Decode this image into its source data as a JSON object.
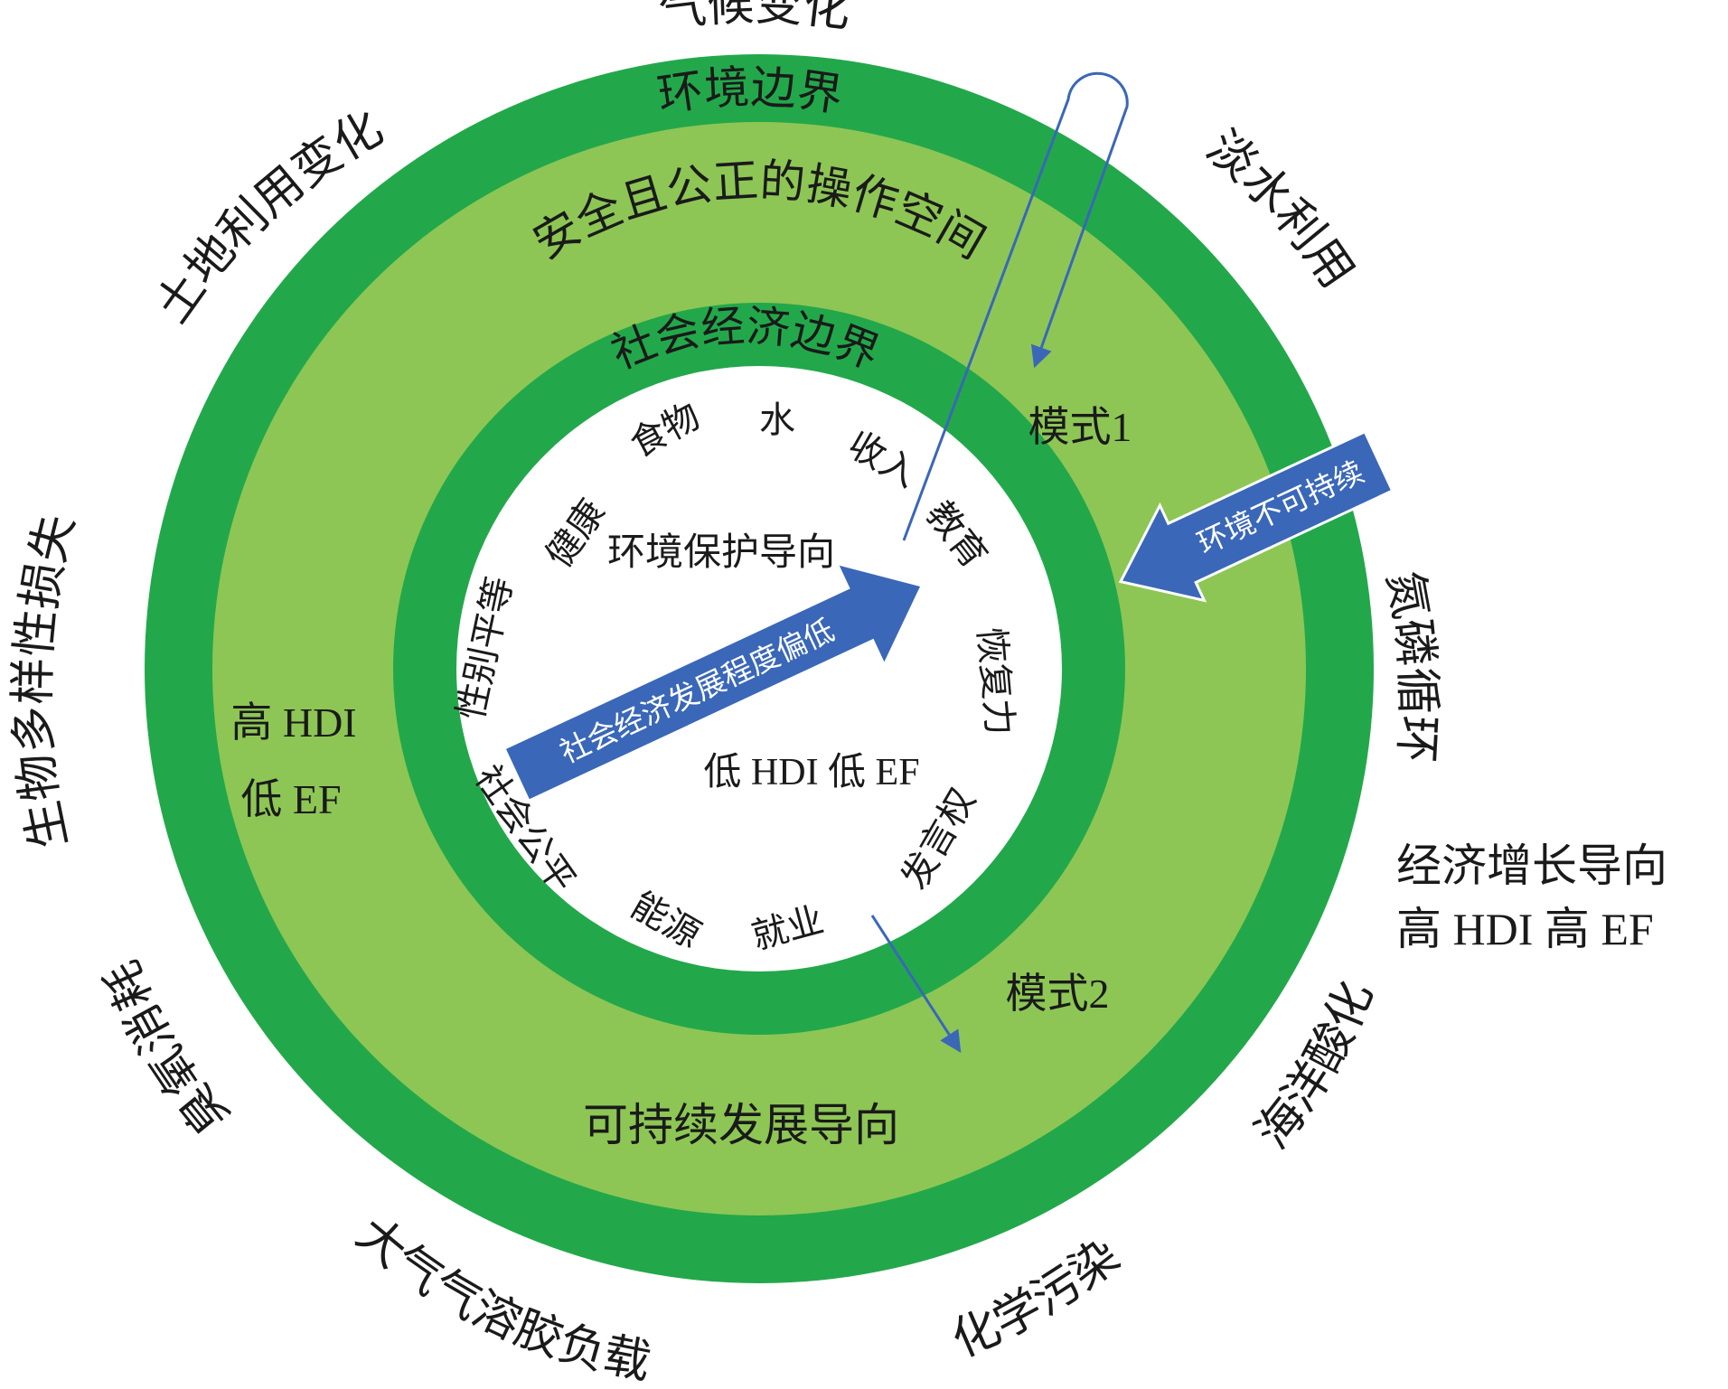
{
  "colors": {
    "outer_ring": "#22a84a",
    "middle_ring": "#8dc655",
    "inner_ring": "#22a84a",
    "core": "#ffffff",
    "arrow_fill": "#3a67b8",
    "arrow_stroke": "#ffffff",
    "thin_arrow": "#3a67b8",
    "text": "#1a1a1a"
  },
  "outer_labels": {
    "climate_change": "气候变化",
    "land_use_change": "土地利用变化",
    "freshwater_use": "淡水利用",
    "biodiversity_loss": "生物多样性损失",
    "nitrogen_phosphorus_cycle": "氮磷循环",
    "ozone_depletion": "臭氧消耗",
    "ocean_acidification": "海洋酸化",
    "aerosol_loading": "大气气溶胶负载",
    "chemical_pollution": "化学污染"
  },
  "ring_labels": {
    "environmental_boundary": "环境边界",
    "safe_just_space": "安全且公正的操作空间",
    "socioeconomic_boundary": "社会经济边界",
    "sustainable_orientation": "可持续发展导向"
  },
  "social_foundation": {
    "food": "食物",
    "water": "水",
    "income": "收入",
    "education": "教育",
    "resilience": "恢复力",
    "voice": "发言权",
    "jobs": "就业",
    "energy": "能源",
    "social_equity": "社会公平",
    "gender_equality": "性别平等",
    "health": "健康"
  },
  "inner_labels": {
    "env_protection_orientation": "环境保护导向",
    "low_hdi_low_ef": "低 HDI 低 EF"
  },
  "middle_labels": {
    "mode1": "模式1",
    "mode2": "模式2",
    "high_hdi": "高 HDI",
    "low_ef": "低 EF"
  },
  "outside_labels": {
    "economic_growth_line1": "经济增长导向",
    "economic_growth_line2": "高 HDI 高 EF"
  },
  "arrows": {
    "env_unsustainable": "环境不可持续",
    "low_socioeconomic_dev": "社会经济发展程度偏低"
  }
}
